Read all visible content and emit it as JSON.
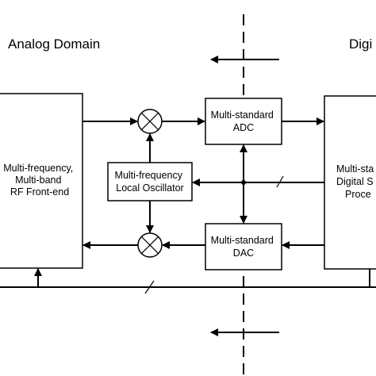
{
  "labels": {
    "analog_domain": "Analog Domain",
    "digital_domain": "Digi"
  },
  "blocks": {
    "rf_frontend": [
      "Multi-frequency,",
      "Multi-band",
      "RF Front-end"
    ],
    "local_oscillator": [
      "Multi-frequency",
      "Local Oscillator"
    ],
    "adc": [
      "Multi-standard",
      "ADC"
    ],
    "dac": [
      "Multi-standard",
      "DAC"
    ],
    "dsp": [
      "Multi-sta",
      "Digital S",
      "Proce"
    ]
  },
  "colors": {
    "line": "#000000",
    "background": "#ffffff"
  }
}
